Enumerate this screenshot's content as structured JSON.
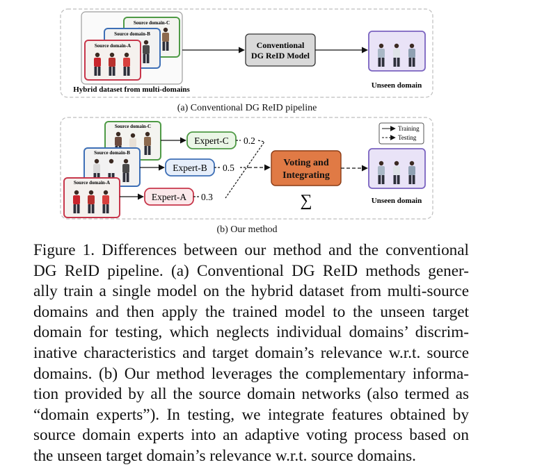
{
  "panel_a": {
    "dataset_cards": [
      {
        "label": "Source domain-C",
        "color": "#4e9a45"
      },
      {
        "label": "Source domain-B",
        "color": "#3d6fb6"
      },
      {
        "label": "Source domain-A",
        "color": "#c7364a"
      }
    ],
    "dataset_caption": "Hybrid dataset from multi-domains",
    "model_line1": "Conventional",
    "model_line2": "DG ReID Model",
    "target_label": "Unseen domain",
    "subcaption": "(a) Conventional DG ReID pipeline"
  },
  "panel_b": {
    "dataset_cards": [
      {
        "label": "Source domain-C",
        "color": "#4e9a45"
      },
      {
        "label": "Source domain-B",
        "color": "#3d6fb6"
      },
      {
        "label": "Source domain-A",
        "color": "#c7364a"
      }
    ],
    "experts": [
      {
        "label": "Expert-C",
        "weight": "0.2",
        "color": "#4e9a45",
        "fill": "#eaf6e6"
      },
      {
        "label": "Expert-B",
        "weight": "0.5",
        "color": "#3d6fb6",
        "fill": "#e6eefa"
      },
      {
        "label": "Expert-A",
        "weight": "0.3",
        "color": "#c7364a",
        "fill": "#fbe8ea"
      }
    ],
    "voting_line1": "Voting and",
    "voting_line2": "Integrating",
    "sigma": "∑",
    "legend_training": "Training",
    "legend_testing": "Testing",
    "target_label": "Unseen domain",
    "subcaption": "(b) Our method"
  },
  "caption": {
    "lines": [
      "Figure 1.   Differences between our method and the conventional",
      "DG ReID pipeline.  (a) Conventional DG ReID methods gener-",
      "ally train a single model on the hybrid dataset from multi-source",
      "domains and then apply the trained model to the unseen target",
      "domain for testing, which neglects individual domains’ discrim-",
      "inative characteristics and target domain’s relevance w.r.t.  source",
      "domains.  (b) Our method leverages the complementary informa-",
      "tion provided by all the source domain networks (also termed as",
      "“domain experts”).  In testing, we integrate features obtained by",
      "source domain experts into an adaptive voting process based on",
      "the unseen target domain’s relevance w.r.t. source domains."
    ]
  },
  "colors": {
    "dashed_border": "#bdbdbd",
    "voting_fill": "#e07a45",
    "target_fill": "#e9e3f7",
    "target_border": "#7a63c0",
    "model_fill": "#d9d9d9"
  }
}
